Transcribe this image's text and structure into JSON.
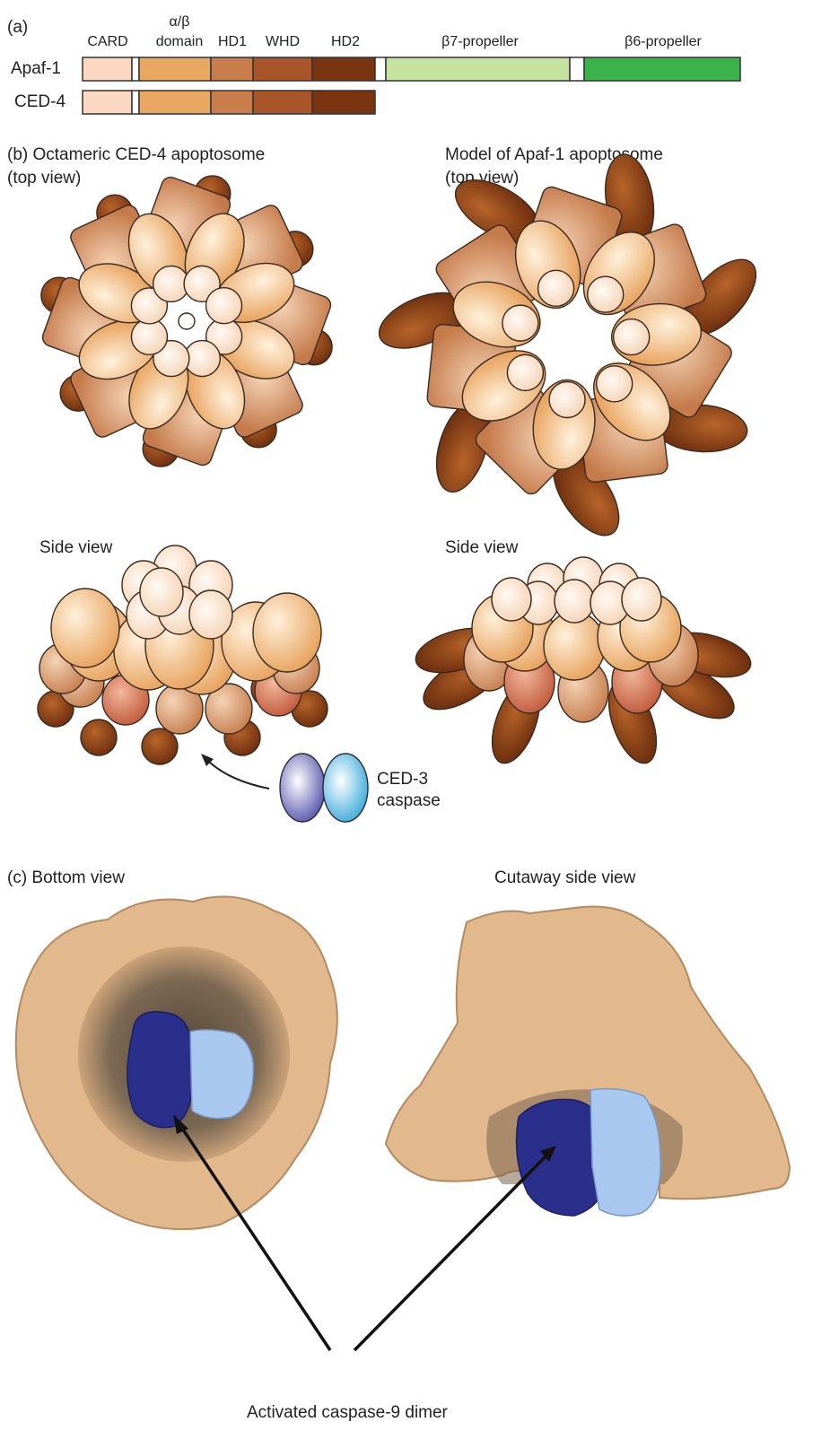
{
  "panel_a": {
    "label": "(a)",
    "domains": {
      "card": "CARD",
      "alpha_beta_1": "α/β",
      "alpha_beta_2": "domain",
      "hd1": "HD1",
      "whd": "WHD",
      "hd2": "HD2",
      "b7": "β7-propeller",
      "b6": "β6-propeller"
    },
    "rows": {
      "apaf1": "Apaf-1",
      "ced4": "CED-4"
    },
    "colors": {
      "card": "#fdd8c0",
      "alpha_beta": "#e9a862",
      "hd1": "#c97c4c",
      "whd": "#a8552a",
      "hd2": "#7a3410",
      "b7": "#c6e49e",
      "b6": "#3ab34a",
      "linker": "#ffffff"
    }
  },
  "panel_b": {
    "title_left_1": "(b)  Octameric CED-4 apoptosome",
    "title_left_2": "(top view)",
    "title_right_1": "Model of Apaf-1 apoptosome",
    "title_right_2": "(top view)",
    "side_left": "Side view",
    "side_right": "Side view",
    "caspase_1": "CED-3",
    "caspase_2": "caspase"
  },
  "panel_c": {
    "title_left": "(c)  Bottom view",
    "title_right": "Cutaway side view",
    "caption": "Activated caspase-9 dimer",
    "colors": {
      "surface": "#e2b98c",
      "dark_blue": "#2b2f8c",
      "light_blue": "#a8c8f0"
    }
  }
}
